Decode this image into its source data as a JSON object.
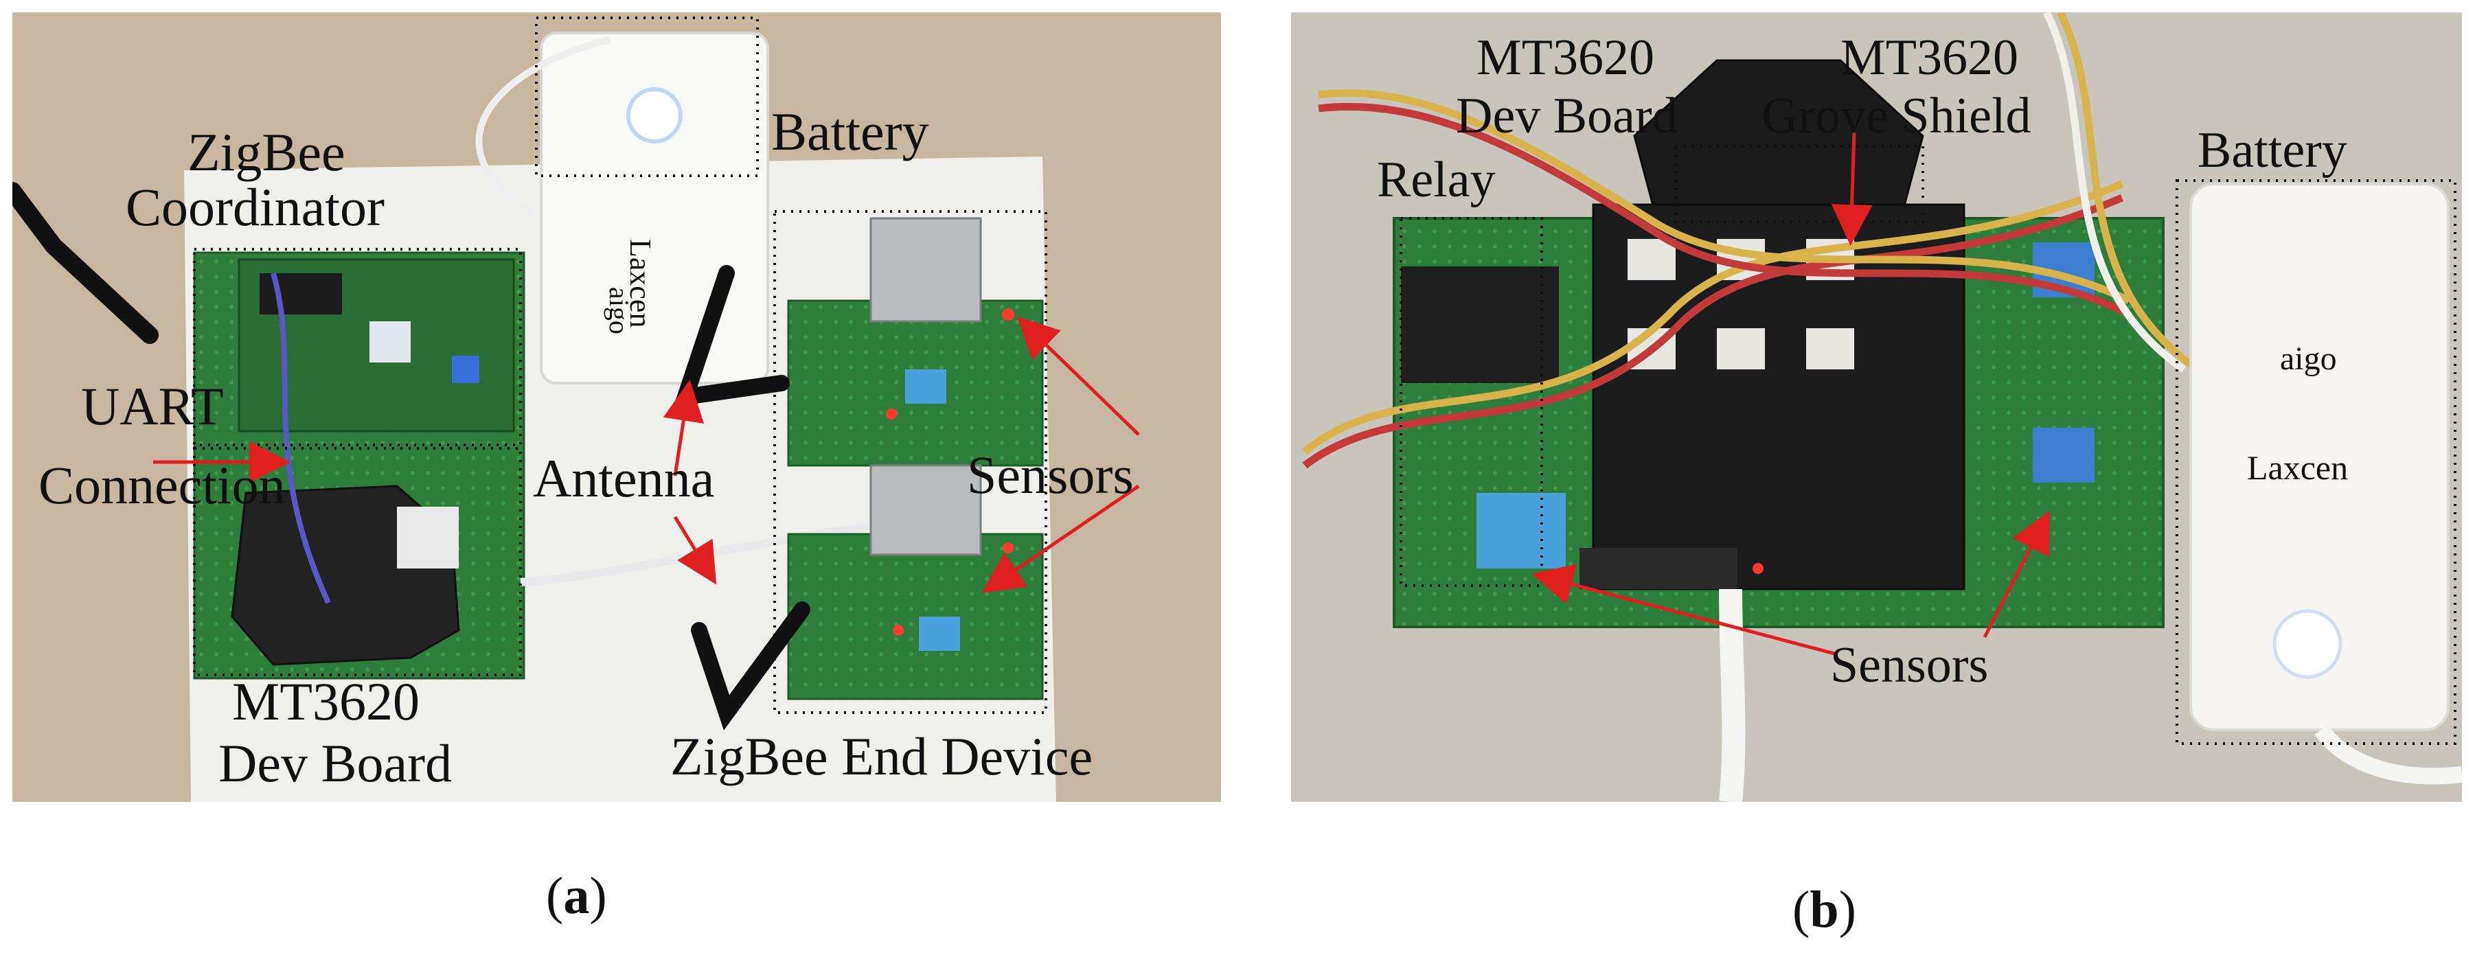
{
  "panels": [
    {
      "id": "a",
      "caption_open": "(",
      "caption_letter": "a",
      "caption_close": ")",
      "labels": {
        "zigbee_coordinator_1": "ZigBee",
        "zigbee_coordinator_2": "Coordinator",
        "battery": "Battery",
        "uart_1": "UART",
        "uart_2": "Connection",
        "antenna": "Antenna",
        "sensors": "Sensors",
        "mt3620_1": "MT3620",
        "mt3620_2": "Dev Board",
        "end_device": "ZigBee End Device",
        "powerbank_brand": "Laxcen",
        "powerbank_logo": "aigo"
      }
    },
    {
      "id": "b",
      "caption_open": "(",
      "caption_letter": "b",
      "caption_close": ")",
      "labels": {
        "mt3620_devboard_1": "MT3620",
        "mt3620_devboard_2": "Dev Board",
        "mt3620_grove_1": "MT3620",
        "mt3620_grove_2": "Grove Shield",
        "relay": "Relay",
        "battery": "Battery",
        "sensors": "Sensors",
        "powerbank_logo": "aigo",
        "powerbank_brand": "Laxcen"
      }
    }
  ],
  "colors": {
    "arrow": "#e02020",
    "board_green": "#2f7d3a",
    "paper": "#efefec",
    "backdrop_a": "#c7b6a0",
    "backdrop_b": "#c9c5bd"
  }
}
